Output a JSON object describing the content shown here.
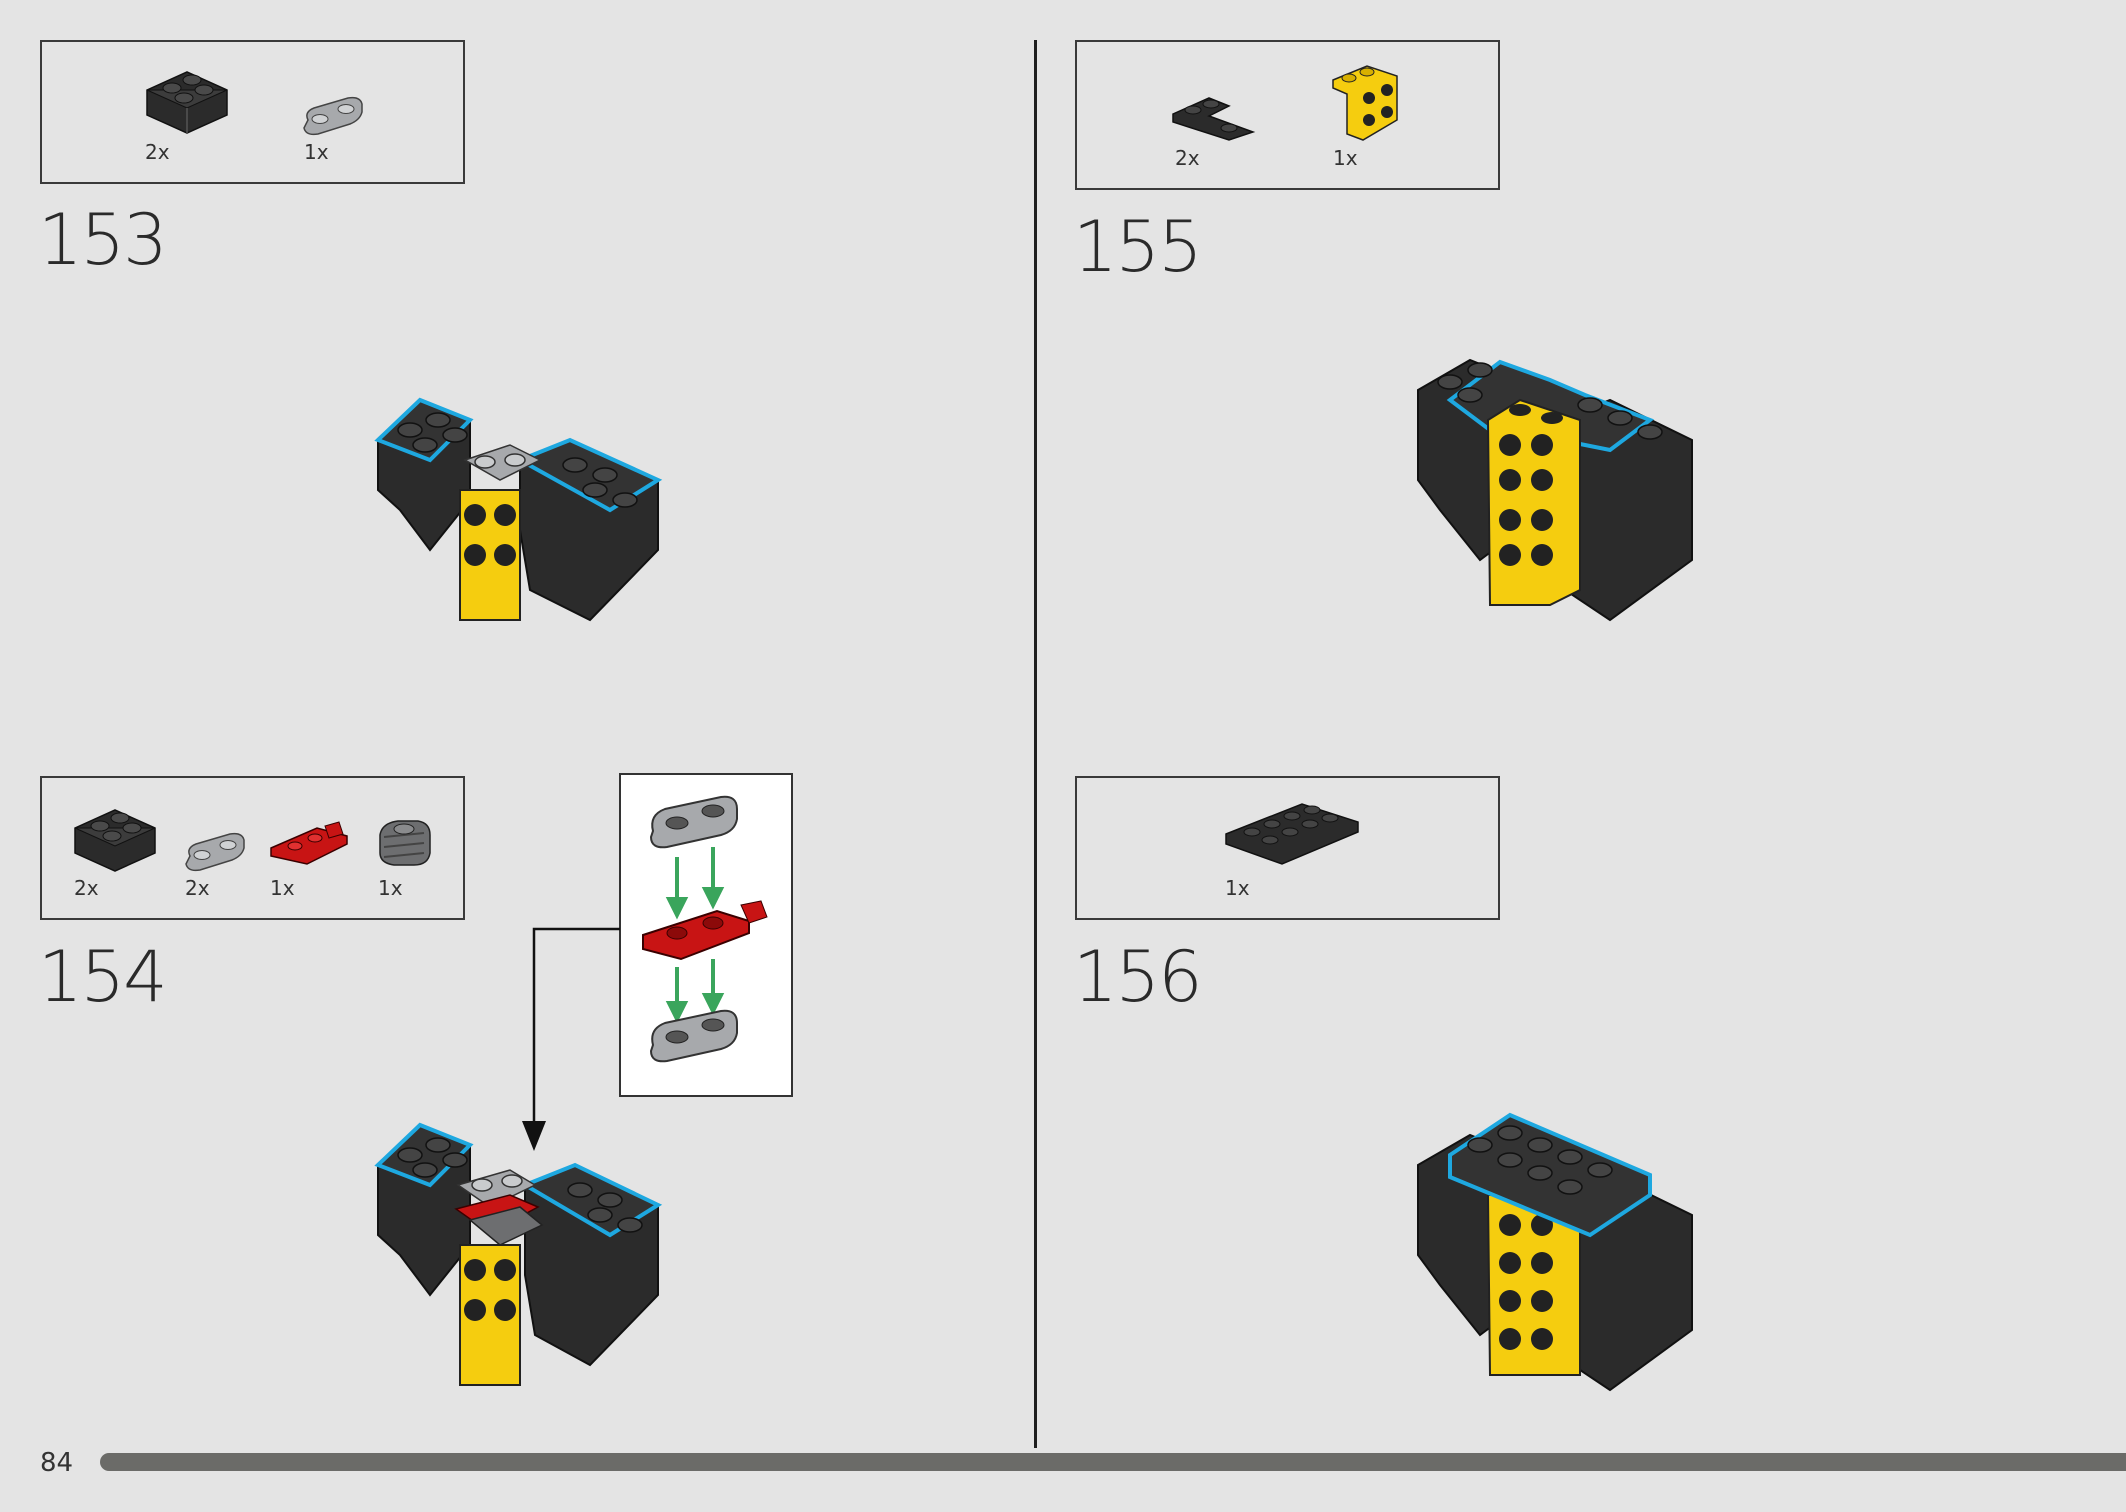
{
  "page": {
    "number": "84",
    "progress_fraction": 1.0
  },
  "colors": {
    "background": "#e4e4e4",
    "brick_black": "#2b2b2b",
    "brick_yellow": "#f5cd0f",
    "brick_red": "#c81414",
    "brick_light_gray": "#a7a9ac",
    "brick_dark_gray": "#6d6e70",
    "highlight_blue": "#1ea8e0",
    "arrow_green": "#3aa55c"
  },
  "steps": [
    {
      "number": "153",
      "parts": [
        {
          "icon": "black-brick-2x2-icon",
          "qty": "2x"
        },
        {
          "icon": "light-gray-plate-1x2-round-icon",
          "qty": "1x"
        }
      ]
    },
    {
      "number": "154",
      "parts": [
        {
          "icon": "black-brick-2x2-icon",
          "qty": "2x"
        },
        {
          "icon": "light-gray-plate-1x2-round-icon",
          "qty": "2x"
        },
        {
          "icon": "red-plate-clip-icon",
          "qty": "1x"
        },
        {
          "icon": "dark-gray-bar-holder-icon",
          "qty": "1x"
        }
      ]
    },
    {
      "number": "155",
      "parts": [
        {
          "icon": "black-plate-corner-icon",
          "qty": "2x"
        },
        {
          "icon": "yellow-bracket-icon",
          "qty": "1x"
        }
      ]
    },
    {
      "number": "156",
      "parts": [
        {
          "icon": "black-plate-2x4-icon",
          "qty": "1x"
        }
      ]
    }
  ]
}
